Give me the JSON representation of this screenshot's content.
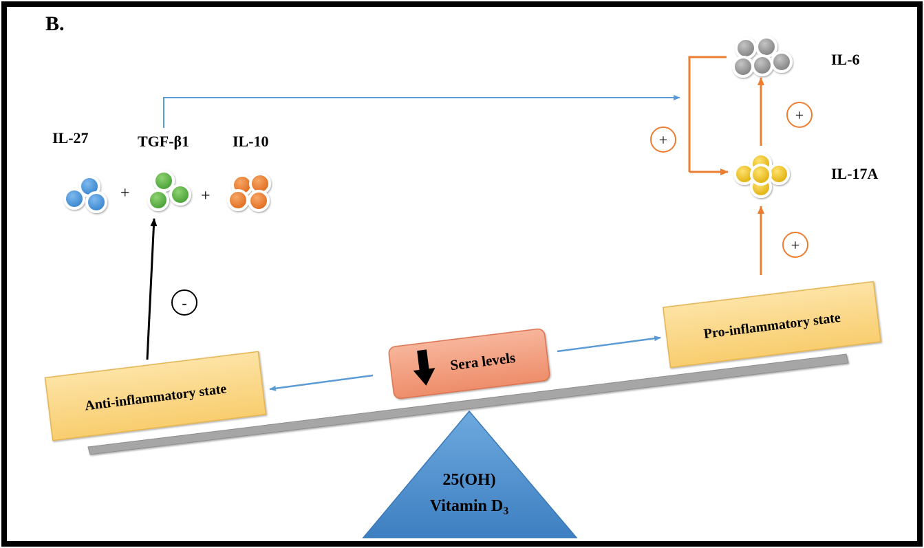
{
  "panel_label": "B.",
  "cytokines": {
    "il27": "IL-27",
    "tgf": "TGF-β1",
    "il10": "IL-10",
    "il6": "IL-6",
    "il17a": "IL-17A"
  },
  "operators": {
    "plus_between_1": "+",
    "plus_between_2": "+",
    "effect_pro_loop": "+",
    "effect_il17_to_il6": "+",
    "effect_pro_to_il17": "+",
    "effect_anti": "-"
  },
  "states": {
    "anti": "Anti-inflammatory state",
    "pro": "Pro-inflammatory state",
    "sera": "Sera levels"
  },
  "fulcrum": {
    "line1": "25(OH)",
    "line2_main": "Vitamin D",
    "line2_sub": "3"
  },
  "colors": {
    "frame": "#000000",
    "blue_cell": "#3b8fd9",
    "green_cell": "#4aa33a",
    "orange_cell": "#e8731f",
    "gray_cell": "#8a8a8a",
    "yellow_cell": "#e9b90c",
    "state_box": "#fbd98a",
    "sera_box": "#f3a184",
    "blue_arrow": "#5b9bd5",
    "orange_arrow": "#ed7d31",
    "fulcrum": "#4f8fcc",
    "beam": "#a6a6a6"
  }
}
